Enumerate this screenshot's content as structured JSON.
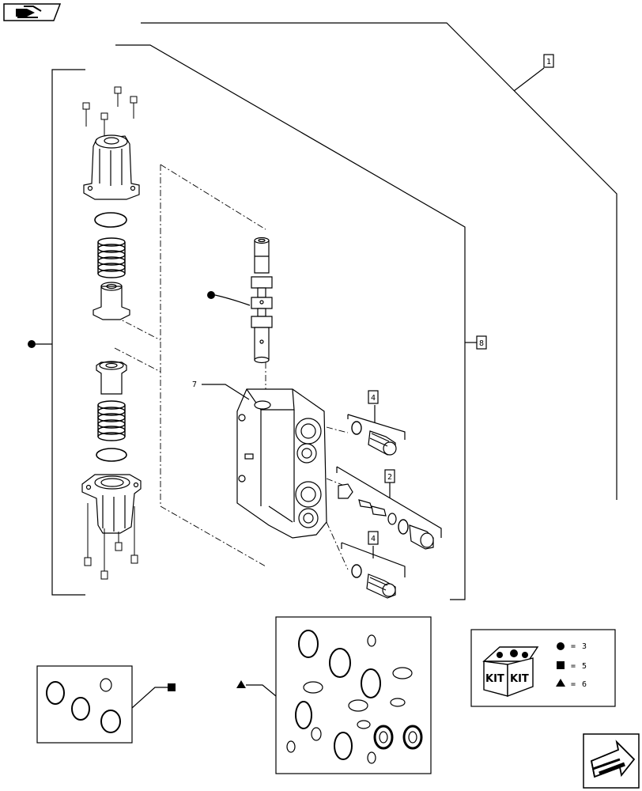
{
  "callouts": {
    "assembly": "1",
    "section": "8",
    "body": "7",
    "relief_valve": "2",
    "plug_upper": "4",
    "plug_lower": "4"
  },
  "kit": {
    "label_left": "KIT",
    "label_right": "KIT",
    "legend": [
      {
        "symbol": "circle",
        "eq": "=",
        "value": "3"
      },
      {
        "symbol": "square",
        "eq": "=",
        "value": "5"
      },
      {
        "symbol": "triangle",
        "eq": "=",
        "value": "6"
      }
    ]
  }
}
